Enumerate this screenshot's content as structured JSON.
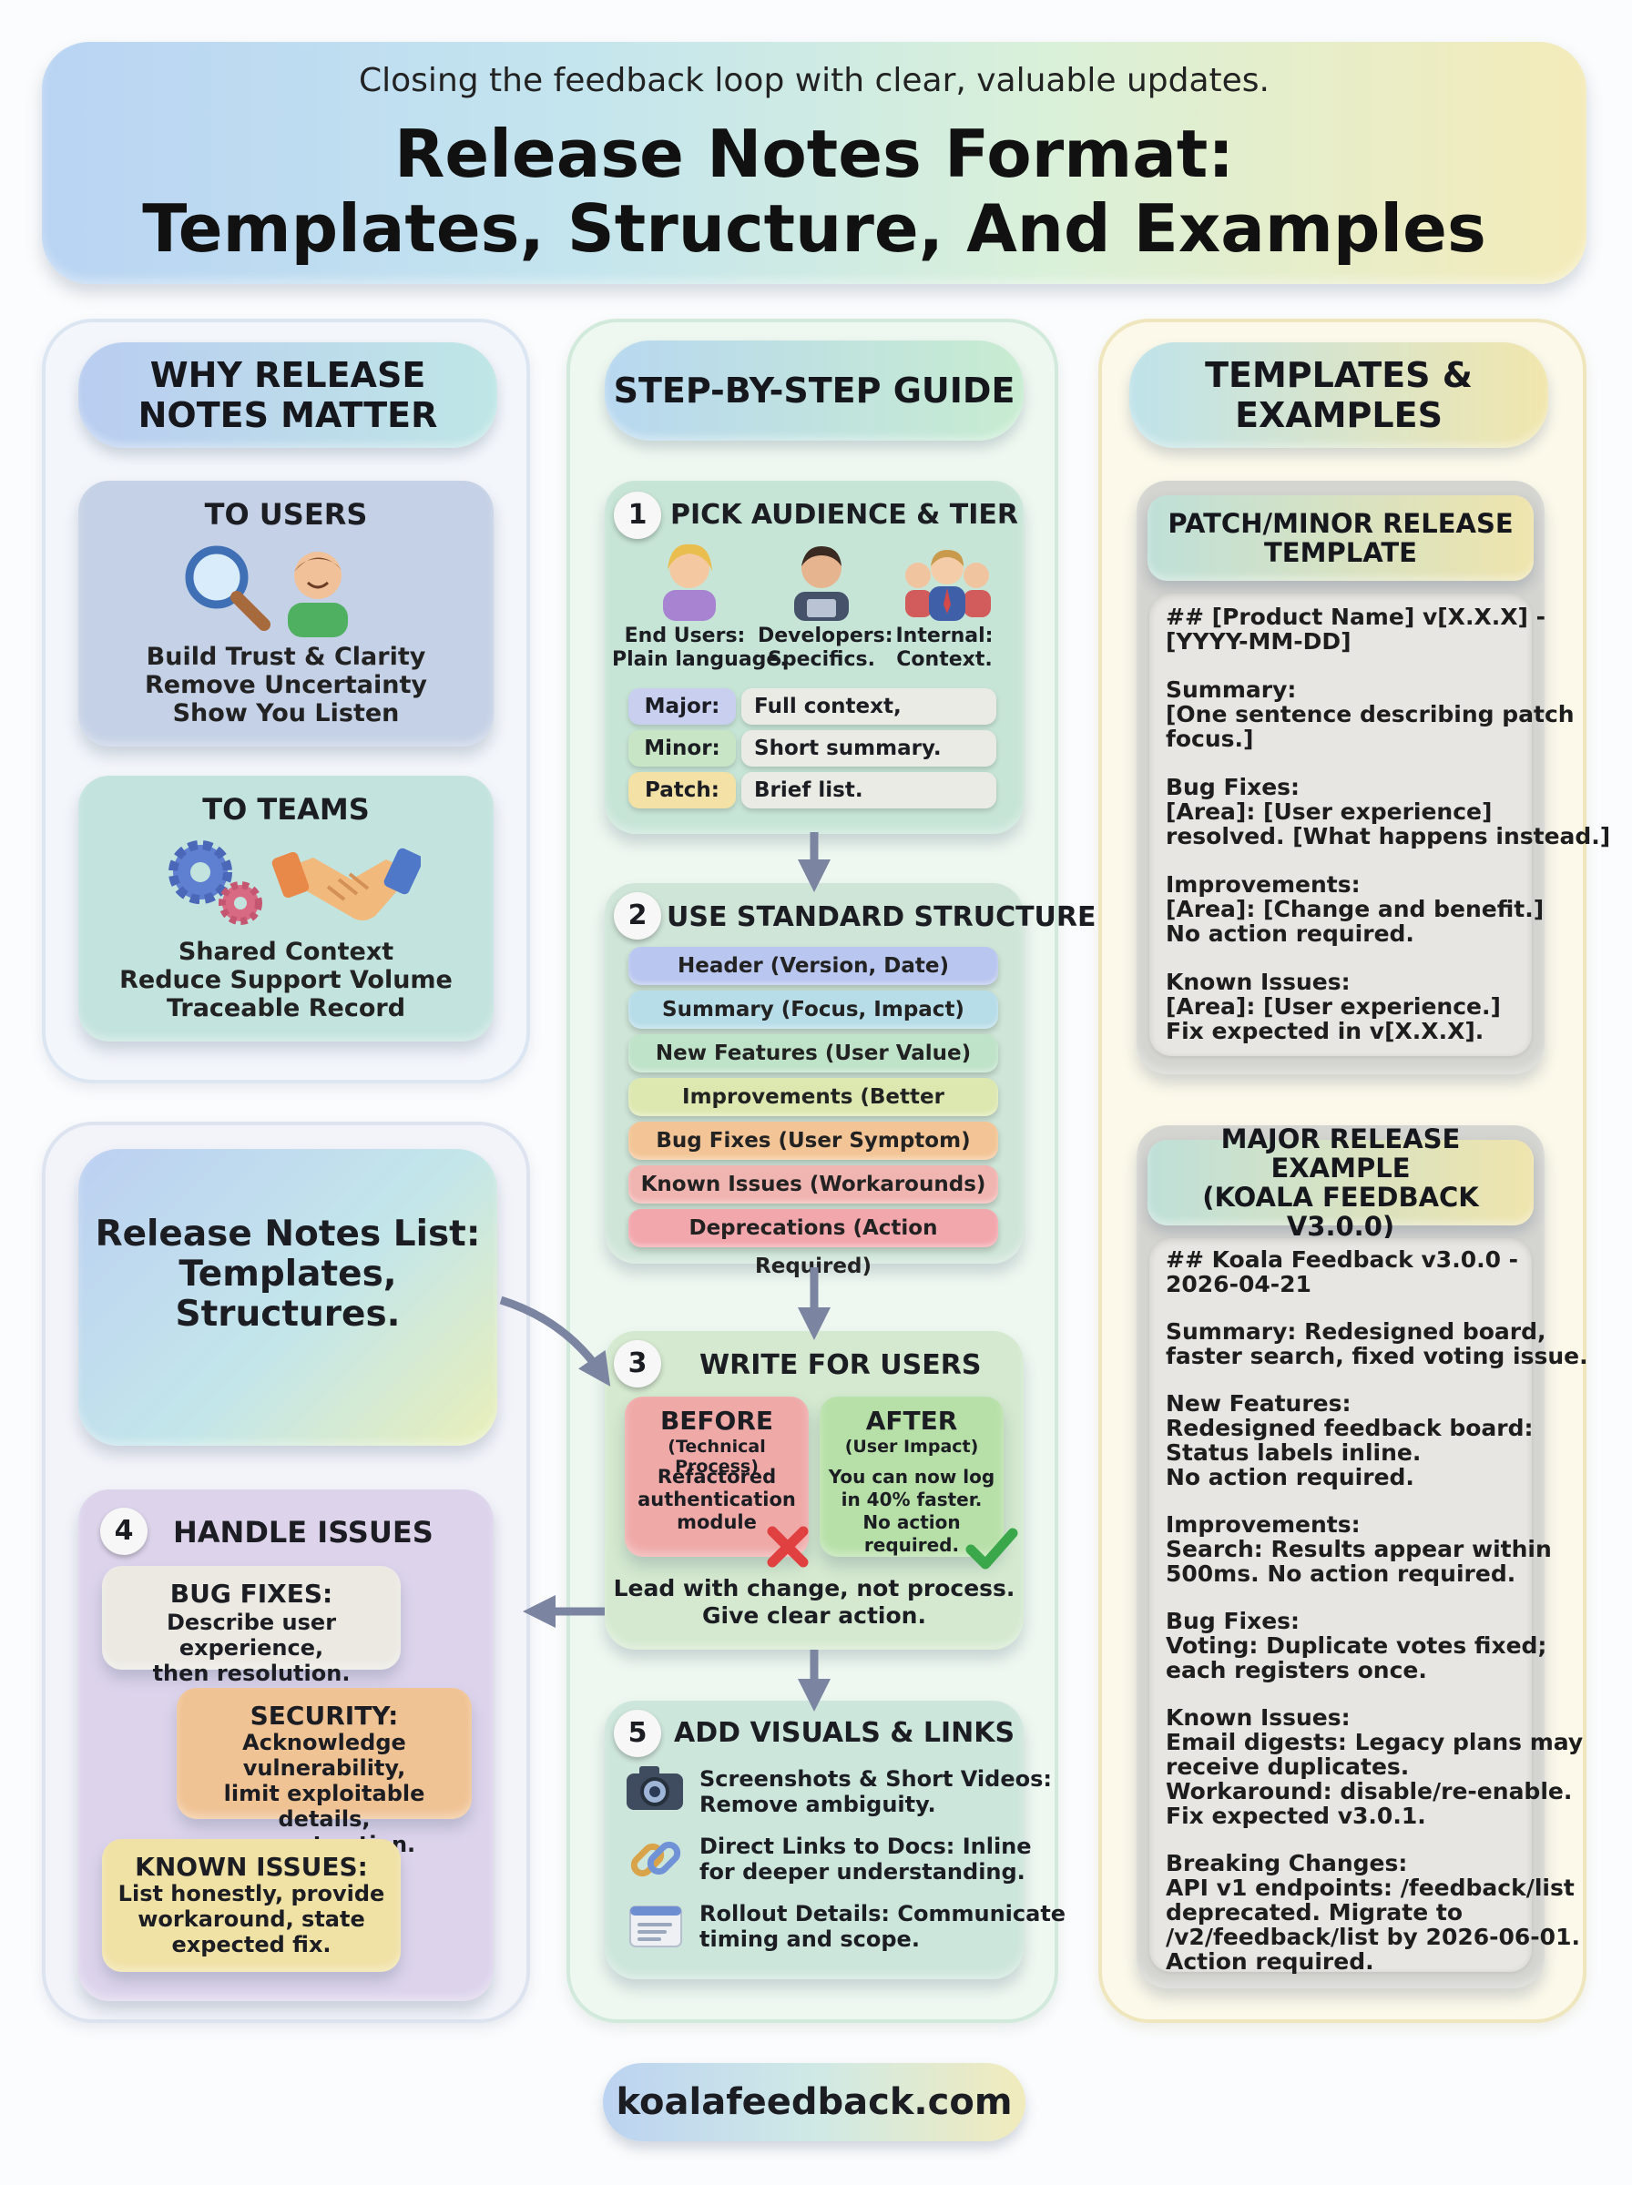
{
  "header": {
    "subtitle": "Closing the feedback loop with clear, valuable updates.",
    "title_line1": "Release Notes Format:",
    "title_line2": "Templates, Structure, And Examples"
  },
  "why": {
    "title": "WHY RELEASE\nNOTES MATTER",
    "users": {
      "title": "TO USERS",
      "lines": [
        "Build Trust & Clarity",
        "Remove Uncertainty",
        "Show You Listen"
      ],
      "icons": [
        "magnifier-icon",
        "smiling-person-icon"
      ]
    },
    "teams": {
      "title": "TO TEAMS",
      "lines": [
        "Shared Context",
        "Reduce Support Volume",
        "Traceable Record"
      ],
      "icons": [
        "gears-icon",
        "handshake-icon"
      ]
    }
  },
  "list_card": {
    "lines": [
      "Release Notes List:",
      "Templates,",
      "Structures."
    ]
  },
  "handle": {
    "number": "4",
    "title": "HANDLE ISSUES",
    "bug": {
      "title": "BUG FIXES:",
      "lines": [
        "Describe user experience,",
        "then resolution."
      ]
    },
    "security": {
      "title": "SECURITY:",
      "lines": [
        "Acknowledge vulnerability,",
        "limit exploitable details,",
        "prompt action."
      ]
    },
    "known": {
      "title": "KNOWN ISSUES:",
      "lines": [
        "List honestly, provide",
        "workaround, state",
        "expected fix."
      ]
    }
  },
  "guide": {
    "title": "STEP-BY-STEP GUIDE",
    "step1": {
      "number": "1",
      "title": "PICK AUDIENCE & TIER",
      "personas": [
        {
          "label": "End Users:",
          "desc": "Plain language."
        },
        {
          "label": "Developers:",
          "desc": "Specifics."
        },
        {
          "label": "Internal:",
          "desc": "Context."
        }
      ],
      "tiers": [
        {
          "label": "Major:",
          "desc": "Full context, migration.",
          "color": "#c9cfef"
        },
        {
          "label": "Minor:",
          "desc": "Short summary.",
          "color": "#c8e6c6"
        },
        {
          "label": "Patch:",
          "desc": "Brief list.",
          "color": "#f3e1a6"
        }
      ]
    },
    "step2": {
      "number": "2",
      "title": "USE STANDARD STRUCTURE",
      "items": [
        {
          "label": "Header (Version, Date)",
          "color": "#b9c6ef"
        },
        {
          "label": "Summary (Focus, Impact)",
          "color": "#b7dde9"
        },
        {
          "label": "New Features (User Value)",
          "color": "#bfe3c9"
        },
        {
          "label": "Improvements (Better Functionality)",
          "color": "#dde8b0"
        },
        {
          "label": "Bug Fixes (User Symptom)",
          "color": "#f3c596"
        },
        {
          "label": "Known Issues (Workarounds)",
          "color": "#f1b5b1"
        },
        {
          "label": "Deprecations (Action Required)",
          "color": "#f2a7ad"
        }
      ]
    },
    "step3": {
      "number": "3",
      "title": "WRITE FOR USERS",
      "before": {
        "title": "BEFORE",
        "sub": "(Technical Process)",
        "lines": [
          "Refactored",
          "authentication",
          "module"
        ]
      },
      "after": {
        "title": "AFTER",
        "sub": "(User Impact)",
        "lines": [
          "You can now log",
          "in 40% faster.",
          "No action required."
        ]
      },
      "footer_lines": [
        "Lead with change, not process.",
        "Give clear action."
      ]
    },
    "step5": {
      "number": "5",
      "title": "ADD VISUALS & LINKS",
      "rows": [
        {
          "icon": "camera-icon",
          "lines": [
            "Screenshots & Short Videos:",
            "Remove ambiguity."
          ]
        },
        {
          "icon": "link-icon",
          "lines": [
            "Direct Links to Docs: Inline",
            "for deeper understanding."
          ]
        },
        {
          "icon": "document-icon",
          "lines": [
            "Rollout Details: Communicate",
            "timing and scope."
          ]
        }
      ]
    }
  },
  "templates": {
    "title": "TEMPLATES &\nEXAMPLES",
    "patch": {
      "title": "PATCH/MINOR RELEASE\nTEMPLATE",
      "lines": [
        "## [Product Name] v[X.X.X] -",
        "[YYYY-MM-DD]",
        "",
        "Summary:",
        "[One sentence describing patch",
        "focus.]",
        "",
        "Bug Fixes:",
        "[Area]: [User experience]",
        "resolved. [What happens instead.]",
        "",
        "Improvements:",
        "[Area]: [Change and benefit.]",
        "No action required.",
        "",
        "Known Issues:",
        "[Area]: [User experience.]",
        "Fix expected in v[X.X.X]."
      ]
    },
    "major": {
      "title": "MAJOR RELEASE EXAMPLE\n(KOALA FEEDBACK V3.0.0)",
      "lines": [
        "## Koala Feedback v3.0.0 -",
        "2026-04-21",
        "",
        "Summary: Redesigned board,",
        "faster search, fixed voting issue.",
        "",
        "New Features:",
        "Redesigned feedback board:",
        "Status labels inline.",
        "No action required.",
        "",
        "Improvements:",
        "Search: Results appear within",
        "500ms. No action required.",
        "",
        "Bug Fixes:",
        "Voting: Duplicate votes fixed;",
        "each registers once.",
        "",
        "Known Issues:",
        "Email digests: Legacy plans may",
        "receive duplicates.",
        "Workaround: disable/re-enable.",
        "Fix expected v3.0.1.",
        "",
        "Breaking Changes:",
        "API v1 endpoints: /feedback/list",
        "deprecated. Migrate to",
        "/v2/feedback/list by 2026-06-01.",
        "Action required."
      ]
    }
  },
  "footer": {
    "url": "koalafeedback.com"
  }
}
